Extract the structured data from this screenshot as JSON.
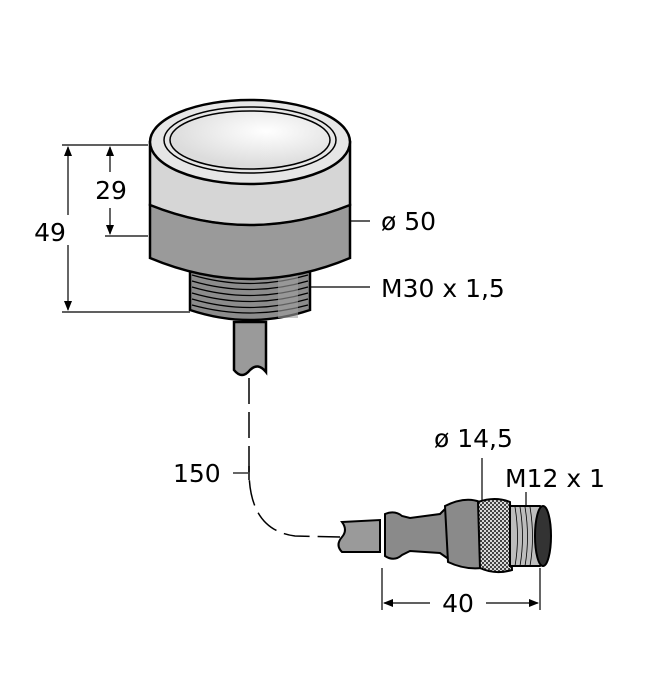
{
  "drawing": {
    "type": "dimension drawing",
    "subject": "signal light with cable and M12 connector",
    "colors": {
      "lens_top": "#ececec",
      "lens_band": "#d6d6d6",
      "body_band": "#9a9a9a",
      "thread": "#8c8c8c",
      "cable": "#9a9a9a",
      "connector": "#8a8a8a",
      "knurl": "#555555",
      "m12_thread": "#bdbdbd",
      "line": "#000000"
    }
  },
  "dimensions": {
    "total_height": "49",
    "lens_height": "29",
    "diameter": "ø 50",
    "thread": "M30 x 1,5",
    "cable_length": "150",
    "connector_diameter": "ø 14,5",
    "connector_thread": "M12 x 1",
    "connector_length": "40"
  }
}
